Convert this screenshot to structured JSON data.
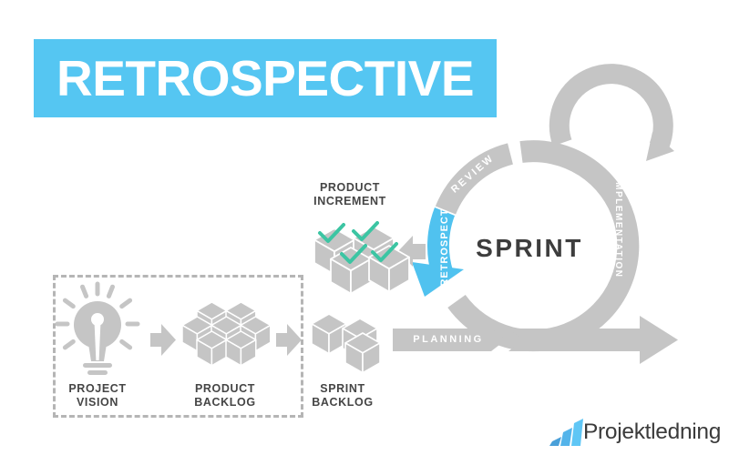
{
  "title": "RETROSPECTIVE",
  "sprint_cycle": {
    "center_label": "SPRINT",
    "review_label": "REVIEW",
    "implementation_label": "IMPLEMENTATION",
    "retrospect_label": "RETROSPECT",
    "planning_label": "PLANNING"
  },
  "product_increment": {
    "line1": "PRODUCT",
    "line2": "INCREMENT"
  },
  "workflow": {
    "project_vision": {
      "line1": "PROJECT",
      "line2": "VISION"
    },
    "product_backlog": {
      "line1": "PRODUCT",
      "line2": "BACKLOG"
    },
    "sprint_backlog": {
      "line1": "SPRINT",
      "line2": "BACKLOG"
    }
  },
  "logo": {
    "text": "Projektledning"
  },
  "colors": {
    "accent_blue": "#55C6F2",
    "arrow_blue": "#50C2EF",
    "diagram_gray": "#C5C5C5",
    "check_green": "#3CC5A3",
    "text_dark": "#454545"
  }
}
